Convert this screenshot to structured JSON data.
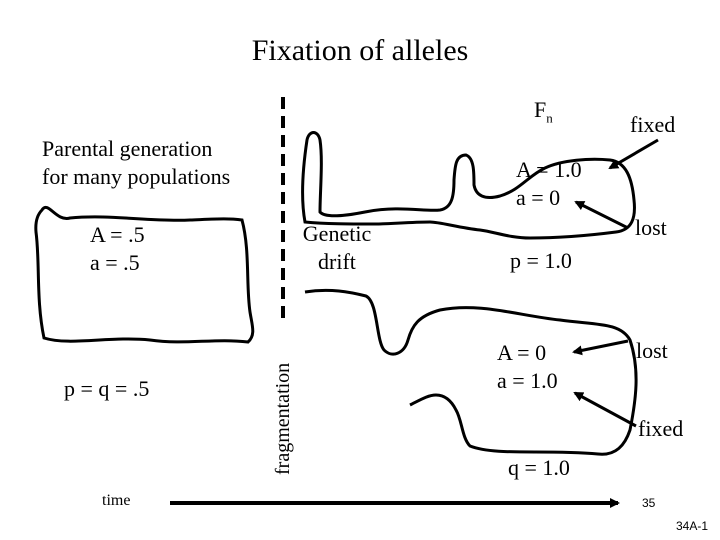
{
  "title": "Fixation of alleles",
  "parental": {
    "line1": "Parental generation",
    "line2": "for many populations",
    "allele_a_upper": "A = .5",
    "allele_a_lower": "a = .5",
    "freq": "p = q = .5"
  },
  "fragmentation_label": "fragmentation",
  "genetic_drift": {
    "line1": "Genetic",
    "line2": "drift"
  },
  "fn": {
    "base": "F",
    "sub": "n"
  },
  "upper_pop": {
    "allele_a_upper": "A = 1.0",
    "allele_a_lower": "a = 0",
    "freq": "p = 1.0",
    "fixed_label": "fixed",
    "lost_label": "lost"
  },
  "lower_pop": {
    "allele_a_upper": "A = 0",
    "allele_a_lower": "a = 1.0",
    "freq": "q = 1.0",
    "lost_label": "lost",
    "fixed_label": "fixed"
  },
  "time_label": "time",
  "page_number": "35",
  "slide_code": "34A-1",
  "colors": {
    "ink": "#000000",
    "background": "#ffffff"
  }
}
